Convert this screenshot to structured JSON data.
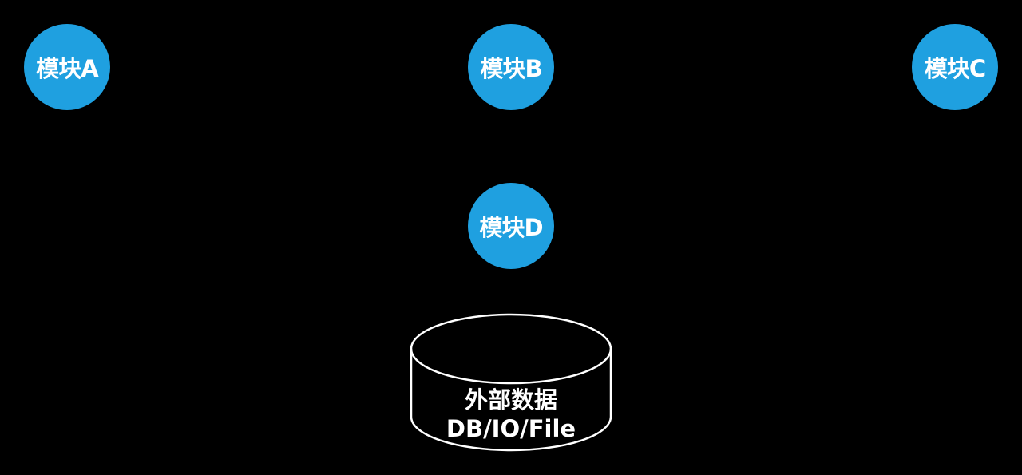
{
  "nodes": [
    {
      "label": "模块A"
    },
    {
      "label": "模块B"
    },
    {
      "label": "模块C"
    },
    {
      "label": "模块D"
    }
  ],
  "database": {
    "line1": "外部数据",
    "line2": "DB/IO/File"
  },
  "colors": {
    "node": "#1fa0e0",
    "background": "#000000",
    "stroke": "#ffffff"
  }
}
